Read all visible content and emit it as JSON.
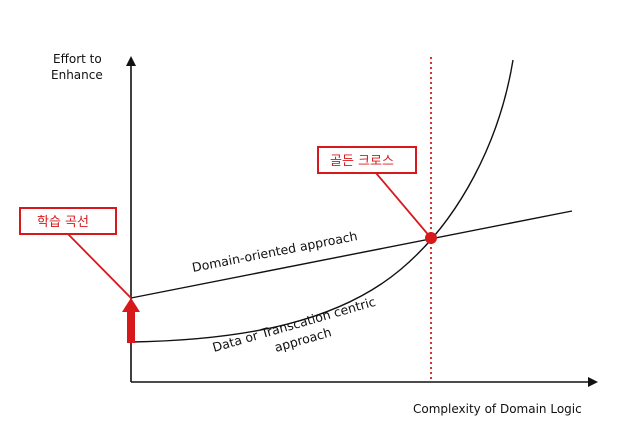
{
  "diagram": {
    "y_axis_label_line1": "Effort to",
    "y_axis_label_line2": "Enhance",
    "x_axis_label": "Complexity of Domain Logic",
    "domain_line_label": "Domain-oriented approach",
    "data_curve_label_line1": "Data or Transcation centric",
    "data_curve_label_line2": "approach",
    "learning_curve_callout": "학습 곡선",
    "golden_cross_callout": "골든 크로스",
    "colors": {
      "ink": "#111111",
      "highlight": "#d7191c",
      "background": "#ffffff"
    }
  }
}
